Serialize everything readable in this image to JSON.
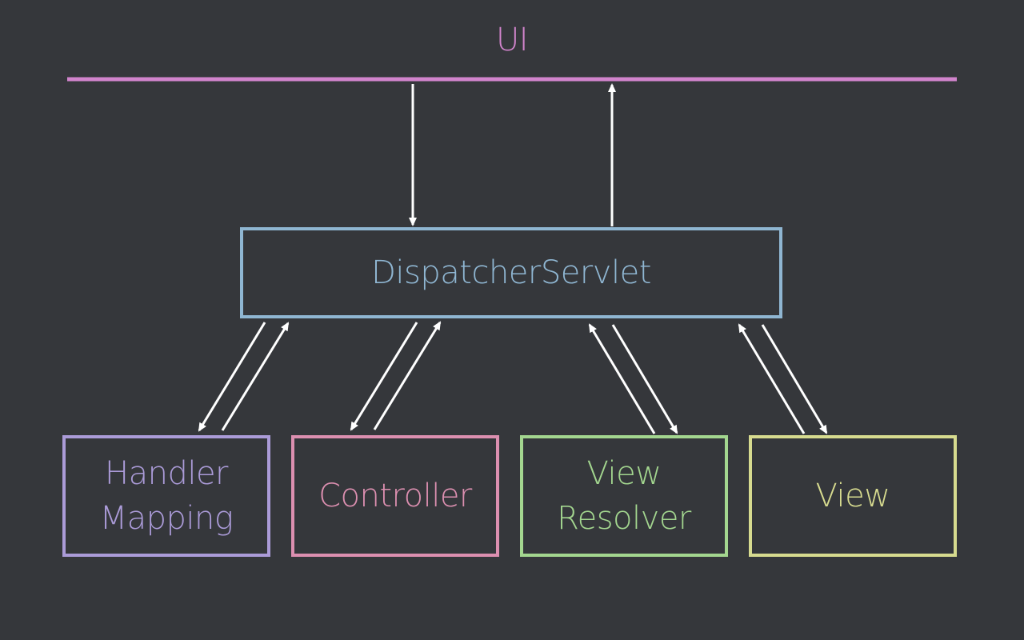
{
  "colors": {
    "background": "#35373b",
    "ui_line": "#d184cc",
    "dispatcher": "#8fb6d2",
    "handler_mapping": "#ab9bd8",
    "controller": "#dc8fb0",
    "view_resolver": "#a3d68f",
    "view": "#d7db8f",
    "arrows": "#ffffff"
  },
  "ui": {
    "label": "UI"
  },
  "dispatcher": {
    "label": "DispatcherServlet"
  },
  "components": {
    "handler_mapping": {
      "line1": "Handler",
      "line2": "Mapping"
    },
    "controller": {
      "label": "Controller"
    },
    "view_resolver": {
      "line1": "View",
      "line2": "Resolver"
    },
    "view": {
      "label": "View"
    }
  }
}
